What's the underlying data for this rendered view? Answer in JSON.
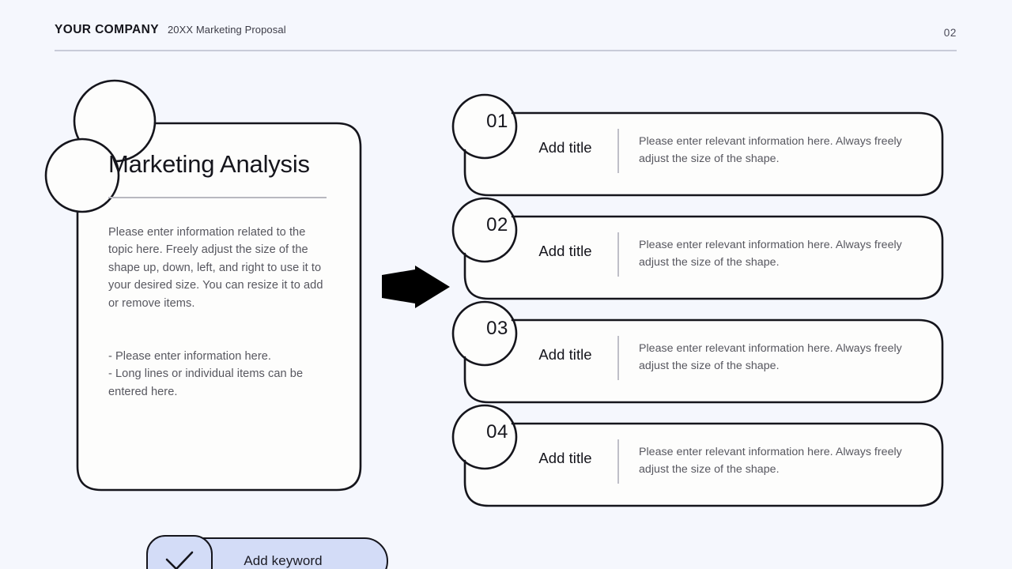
{
  "header": {
    "company": "YOUR COMPANY",
    "subtitle": "20XX Marketing Proposal",
    "page_number": "02"
  },
  "left_panel": {
    "title": "Marketing Analysis",
    "body": "Please enter information related to the topic here. Freely adjust the size of the shape up, down, left, and right to use it to your desired size. You can resize it to add or remove items.",
    "bullets": [
      "- Please enter information here.",
      "- Long lines or individual items can be entered here."
    ],
    "keyword_button": {
      "label": "Add keyword",
      "icon": "check-icon"
    }
  },
  "flow": {
    "arrow_icon": "arrow-right-icon"
  },
  "right_list": [
    {
      "number": "01",
      "title": "Add title",
      "description": "Please enter relevant information here. Always freely adjust the size of the shape."
    },
    {
      "number": "02",
      "title": "Add title",
      "description": "Please enter relevant information here. Always freely adjust the size of the shape."
    },
    {
      "number": "03",
      "title": "Add title",
      "description": "Please enter relevant information here. Always freely adjust the size of the shape."
    },
    {
      "number": "04",
      "title": "Add title",
      "description": "Please enter relevant information here. Always freely adjust the size of the shape."
    }
  ],
  "colors": {
    "background": "#f5f7fd",
    "card_fill": "#fdfdfc",
    "outline": "#15151c",
    "accent_fill": "#d3dcf7",
    "body_text": "#57575f",
    "rule": "#c8cbd8"
  }
}
